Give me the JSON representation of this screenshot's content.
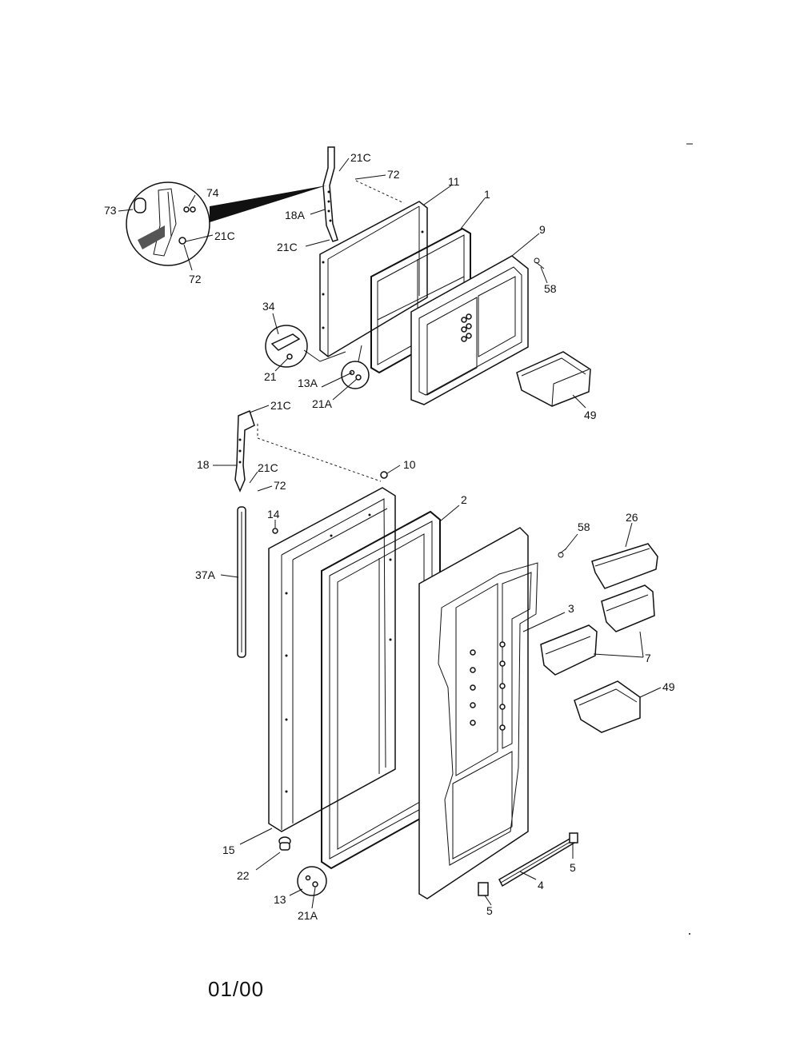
{
  "footer": {
    "date_code": "01/00"
  },
  "callouts": [
    {
      "id": "c-21C-a",
      "text": "21C"
    },
    {
      "id": "c-72-a",
      "text": "72"
    },
    {
      "id": "c-11",
      "text": "11"
    },
    {
      "id": "c-1",
      "text": "1"
    },
    {
      "id": "c-74",
      "text": "74"
    },
    {
      "id": "c-73",
      "text": "73"
    },
    {
      "id": "c-18A",
      "text": "18A"
    },
    {
      "id": "c-21C-b",
      "text": "21C"
    },
    {
      "id": "c-21C-c",
      "text": "21C"
    },
    {
      "id": "c-72-b",
      "text": "72"
    },
    {
      "id": "c-9",
      "text": "9"
    },
    {
      "id": "c-58-a",
      "text": "58"
    },
    {
      "id": "c-34",
      "text": "34"
    },
    {
      "id": "c-21",
      "text": "21"
    },
    {
      "id": "c-13A",
      "text": "13A"
    },
    {
      "id": "c-21A-a",
      "text": "21A"
    },
    {
      "id": "c-49-a",
      "text": "49"
    },
    {
      "id": "c-21C-d",
      "text": "21C"
    },
    {
      "id": "c-10",
      "text": "10"
    },
    {
      "id": "c-18",
      "text": "18"
    },
    {
      "id": "c-21C-e",
      "text": "21C"
    },
    {
      "id": "c-72-c",
      "text": "72"
    },
    {
      "id": "c-2",
      "text": "2"
    },
    {
      "id": "c-14",
      "text": "14"
    },
    {
      "id": "c-58-b",
      "text": "58"
    },
    {
      "id": "c-26",
      "text": "26"
    },
    {
      "id": "c-37A",
      "text": "37A"
    },
    {
      "id": "c-3",
      "text": "3"
    },
    {
      "id": "c-7",
      "text": "7"
    },
    {
      "id": "c-49-b",
      "text": "49"
    },
    {
      "id": "c-15",
      "text": "15"
    },
    {
      "id": "c-5-a",
      "text": "5"
    },
    {
      "id": "c-22",
      "text": "22"
    },
    {
      "id": "c-4",
      "text": "4"
    },
    {
      "id": "c-13",
      "text": "13"
    },
    {
      "id": "c-5-b",
      "text": "5"
    },
    {
      "id": "c-21A-b",
      "text": "21A"
    }
  ]
}
